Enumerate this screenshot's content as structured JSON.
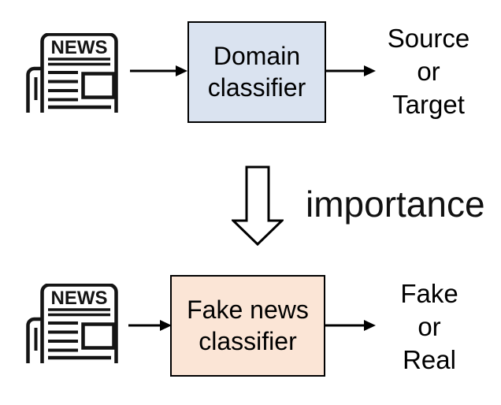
{
  "page": {
    "background": "#ffffff",
    "text_color": "#000000"
  },
  "icons": {
    "newspaper": {
      "masthead": "NEWS",
      "stroke_color": "#141414"
    }
  },
  "top_flow": {
    "box": {
      "label": "Domain classifier",
      "fill": "#dae3f0",
      "border": "#000000"
    },
    "output_label": "Source\nor\nTarget"
  },
  "connector": {
    "label": "importance",
    "arrow_fill": "#ffffff",
    "arrow_stroke": "#000000"
  },
  "bottom_flow": {
    "box": {
      "label": "Fake news classifier",
      "fill": "#fbe5d6",
      "border": "#000000"
    },
    "output_label": "Fake\nor\nReal"
  },
  "arrows": {
    "color": "#000000"
  }
}
